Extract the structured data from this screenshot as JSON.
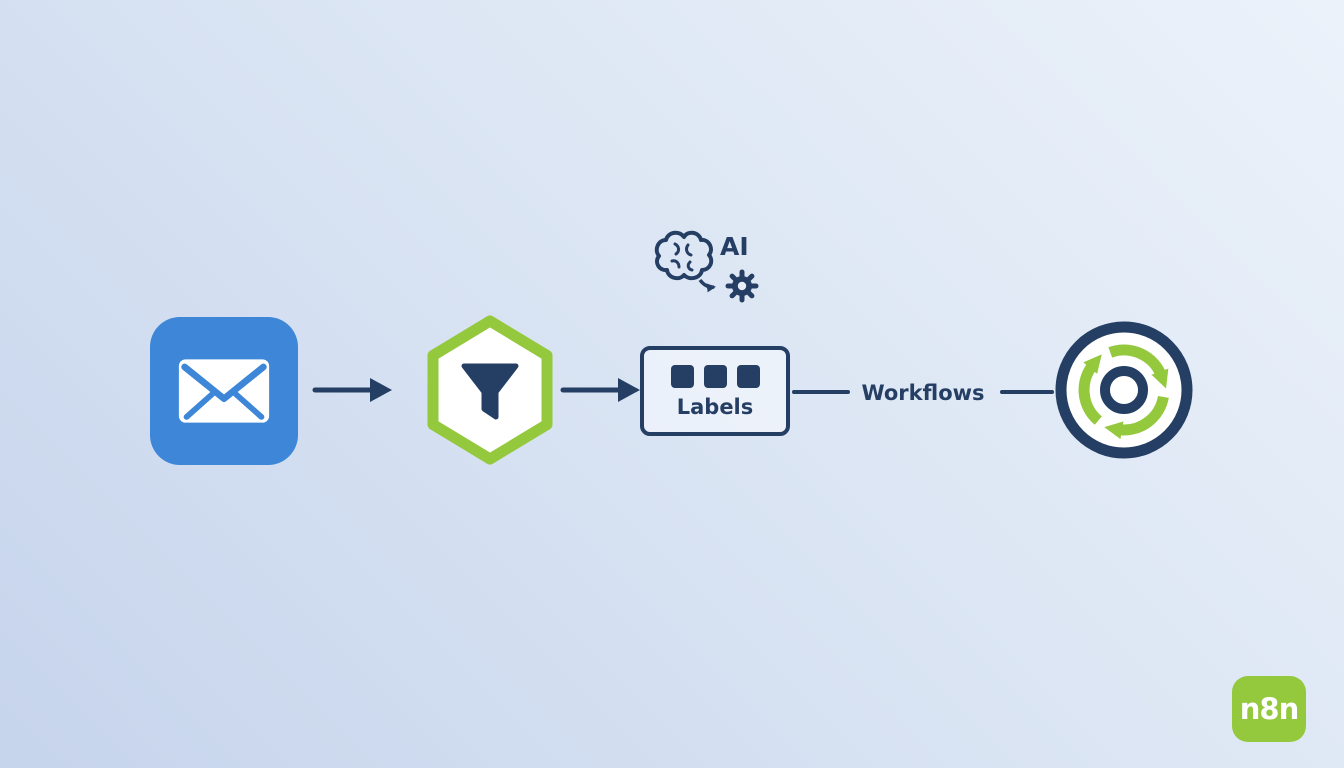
{
  "colors": {
    "navy": "#253e63",
    "blue": "#3d86d8",
    "green": "#94c83d",
    "background_top": "#ecf2fa",
    "background_bottom": "#c6d4ec"
  },
  "diagram": {
    "email_node": {
      "icon": "email-envelope-icon"
    },
    "filter_node": {
      "icon": "filter-funnel-icon"
    },
    "ai_badge": {
      "label": "AI",
      "icon": "ai-brain-gear-icon"
    },
    "labels_node": {
      "label": "Labels",
      "icon": "labels-squares-icon"
    },
    "workflows_connector": {
      "label": "Workflows"
    },
    "loop_node": {
      "icon": "automation-loop-icon"
    }
  },
  "logo": {
    "text": "n8n"
  }
}
